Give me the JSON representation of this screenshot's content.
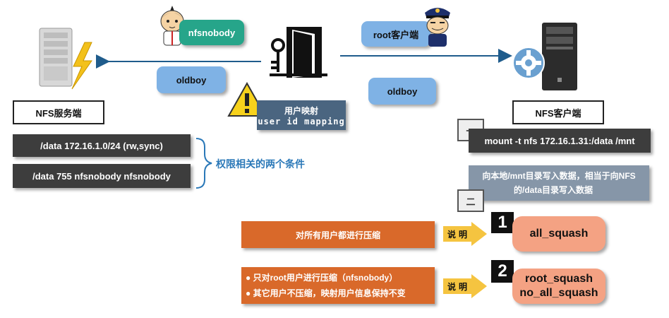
{
  "left_label": "NFS服务端",
  "right_label": "NFS客户端",
  "nfsnobody_tag": "nfsnobody",
  "root_client_tag": "root客户端",
  "oldboy_left": "oldboy",
  "oldboy_right": "oldboy",
  "mapping": {
    "line1": "用户映射",
    "line2": "user id mapping"
  },
  "server_cmds": [
    "/data 172.16.1.0/24 (rw,sync)",
    "/data 755 nfsnobody nfsnobody"
  ],
  "conditions_label": "权限相关的两个条件",
  "step_one_badge": "一",
  "step_two_badge": "二",
  "mount_cmd": "mount -t nfs 172.16.1.31:/data /mnt",
  "write_note": {
    "line1": "向本地/mnt目录写入数据，相当于向NFS",
    "line2": "的/data目录写入数据"
  },
  "rules": [
    {
      "desc_lines": [
        "对所有用户都进行压缩"
      ],
      "explain": "说明",
      "num": "1",
      "options": [
        "all_squash"
      ]
    },
    {
      "desc_lines": [
        "● 只对root用户进行压缩（nfsnobody）",
        "● 其它用户不压缩，映射用户信息保持不变"
      ],
      "explain": "说明",
      "num": "2",
      "options": [
        "root_squash",
        "no_all_squash"
      ]
    }
  ],
  "colors": {
    "teal": "#26a58a",
    "blue": "#7fb2e5",
    "orange": "#d9692a",
    "salmon": "#f4a283",
    "slate": "#4a6580",
    "grey_note": "#8696a8"
  },
  "icons": [
    "server-icon",
    "lightning-icon",
    "gear-icon",
    "door-key-icon",
    "warning-icon",
    "child-avatar-icon",
    "police-avatar-icon",
    "client-tower-icon"
  ]
}
